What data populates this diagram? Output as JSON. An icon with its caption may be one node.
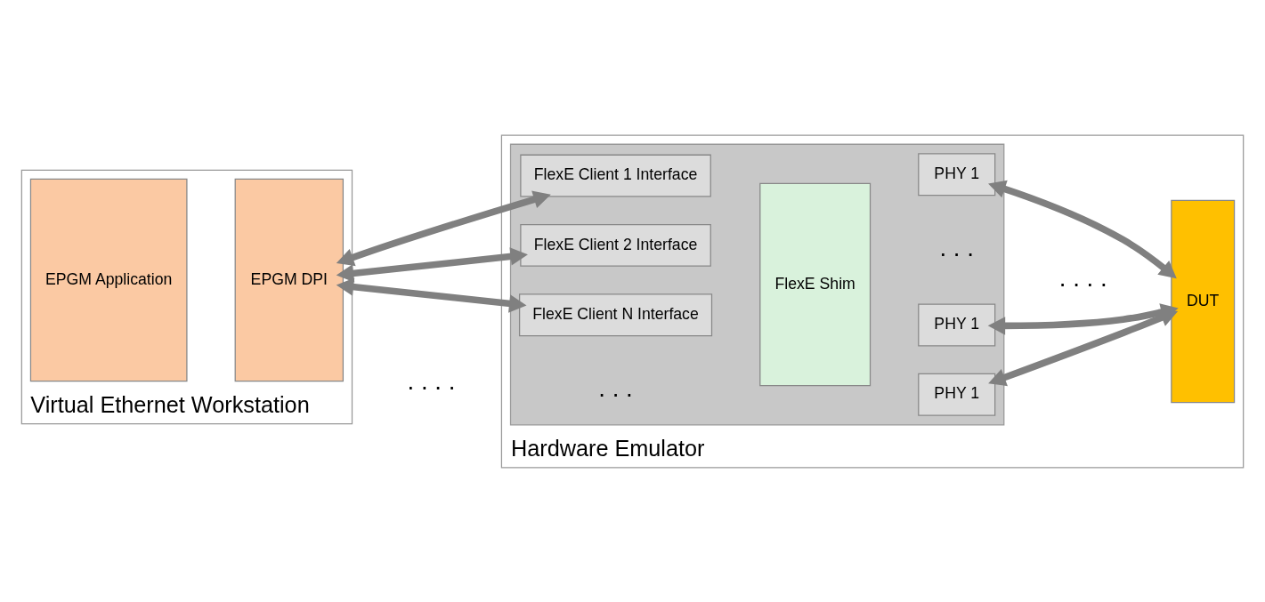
{
  "diagram": {
    "nodes": [
      {
        "text": [
          "Virtual Ethernet Workstation"
        ]
      },
      {
        "text": [
          "EPGM Application"
        ],
        "in": 0
      },
      {
        "text": [
          "EPGM DPI"
        ],
        "in": 0
      },
      {
        "text": [
          "Hardware Emulator"
        ]
      },
      {
        "text": [],
        "shape": "box",
        "in": 3
      },
      {
        "text": [
          "FlexE Client 1 Interface"
        ],
        "in": 4
      },
      {
        "text": [
          "FlexE Client 2 Interface"
        ],
        "in": 4
      },
      {
        "text": [
          "FlexE Client N Interface"
        ],
        "in": 4
      },
      {
        "text": [
          "FlexE Shim"
        ],
        "in": 4
      },
      {
        "text": [
          "PHY 1"
        ],
        "in": 4
      },
      {
        "text": [
          "PHY 1"
        ],
        "in": 4
      },
      {
        "text": [
          "PHY 1"
        ],
        "in": 4
      },
      {
        "text": [
          "DUT"
        ],
        "in": 3
      }
    ],
    "edges": [
      {
        "from": 2,
        "to": 5,
        "arrow": "both"
      },
      {
        "from": 2,
        "to": 6,
        "arrow": "both"
      },
      {
        "from": 2,
        "to": 7,
        "arrow": "both"
      },
      {
        "from": 9,
        "to": 12,
        "arrow": "both"
      },
      {
        "from": 10,
        "to": 12,
        "arrow": "both"
      },
      {
        "from": 11,
        "to": 12,
        "arrow": "both"
      }
    ],
    "labels": [
      ". . . .",
      ". . .",
      ". . .",
      ". . . ."
    ]
  }
}
